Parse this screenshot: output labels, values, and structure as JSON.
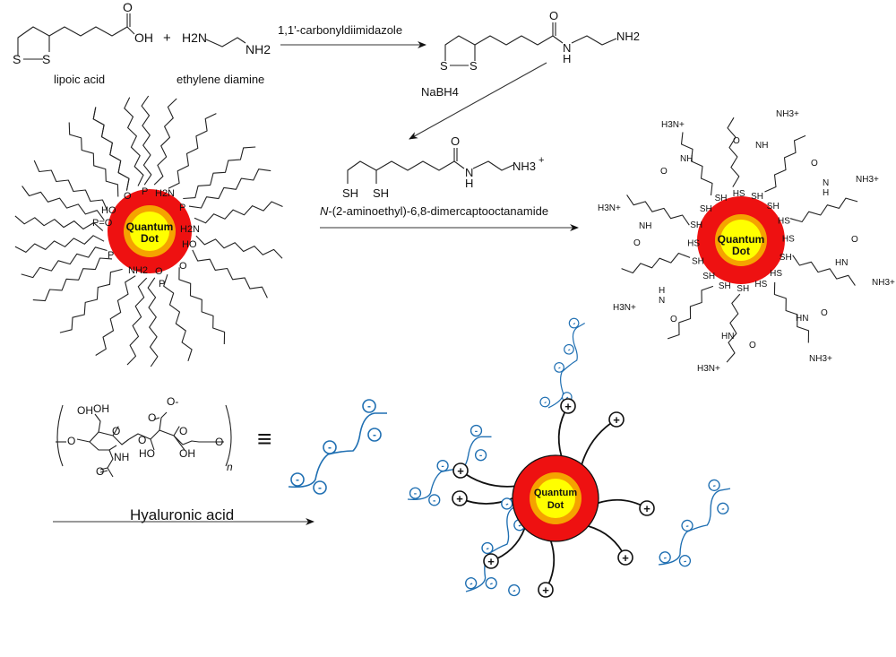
{
  "step1": {
    "reactant1": {
      "name": "lipoic acid",
      "atoms": [
        "S",
        "S",
        "O",
        "OH"
      ]
    },
    "plus": "+",
    "reactant2": {
      "name": "ethylene diamine",
      "atoms": [
        "H2N",
        "NH2"
      ]
    },
    "reagent": "1,1'-carbonyldiimidazole",
    "product_atoms": [
      "S",
      "S",
      "O",
      "N",
      "H",
      "NH2"
    ]
  },
  "step2": {
    "reagent": "NaBH4",
    "product": {
      "atoms": [
        "SH",
        "SH",
        "O",
        "N",
        "H",
        "NH3",
        "+"
      ],
      "name_italic": "N",
      "name_rest": "-(2-aminoethyl)-6,8-dimercaptooctanamide"
    }
  },
  "qd": {
    "label_line1": "Quantum",
    "label_line2": "Dot",
    "colors": {
      "shell": "#ee1111",
      "mid": "#f5a300",
      "core": "#ffff00",
      "text": "#111111"
    }
  },
  "initial_qd_ligands": [
    "P",
    "H2N",
    "P",
    "H2N",
    "HO",
    "O",
    "O",
    "P",
    "NH2",
    "P",
    "P=O",
    "HO",
    "O"
  ],
  "functionalized_qd_ligands": {
    "thiol_labels": [
      "SH",
      "SH",
      "SH",
      "HS",
      "SH",
      "SH",
      "HS",
      "HS",
      "SH",
      "HS",
      "HS",
      "SH",
      "SH",
      "SH",
      "SH",
      "HS"
    ],
    "amine_labels": [
      "H3N+",
      "NH3+",
      "NH3+",
      "H3N+",
      "NH3+",
      "H3N+",
      "H3N+",
      "NH3+"
    ],
    "amide_labels": [
      "NH",
      "O",
      "NH",
      "O",
      "O",
      "N",
      "H",
      "NH",
      "O",
      "HN",
      "O",
      "HN",
      "O",
      "N",
      "H",
      "O",
      "HN",
      "O"
    ]
  },
  "hyaluronic": {
    "repeat_atoms": [
      "OH",
      "OH",
      "O",
      "O",
      "O",
      "O",
      "O",
      "NH",
      "O",
      "HO",
      "OH",
      "O",
      "O-",
      "O"
    ],
    "subscript": "n",
    "equiv": "≡",
    "charge_neg": "-",
    "charge_pos": "+",
    "arrow_label": "Hyaluronic acid"
  },
  "colors": {
    "ha_blue": "#1f6fb2",
    "bond": "#222222"
  }
}
